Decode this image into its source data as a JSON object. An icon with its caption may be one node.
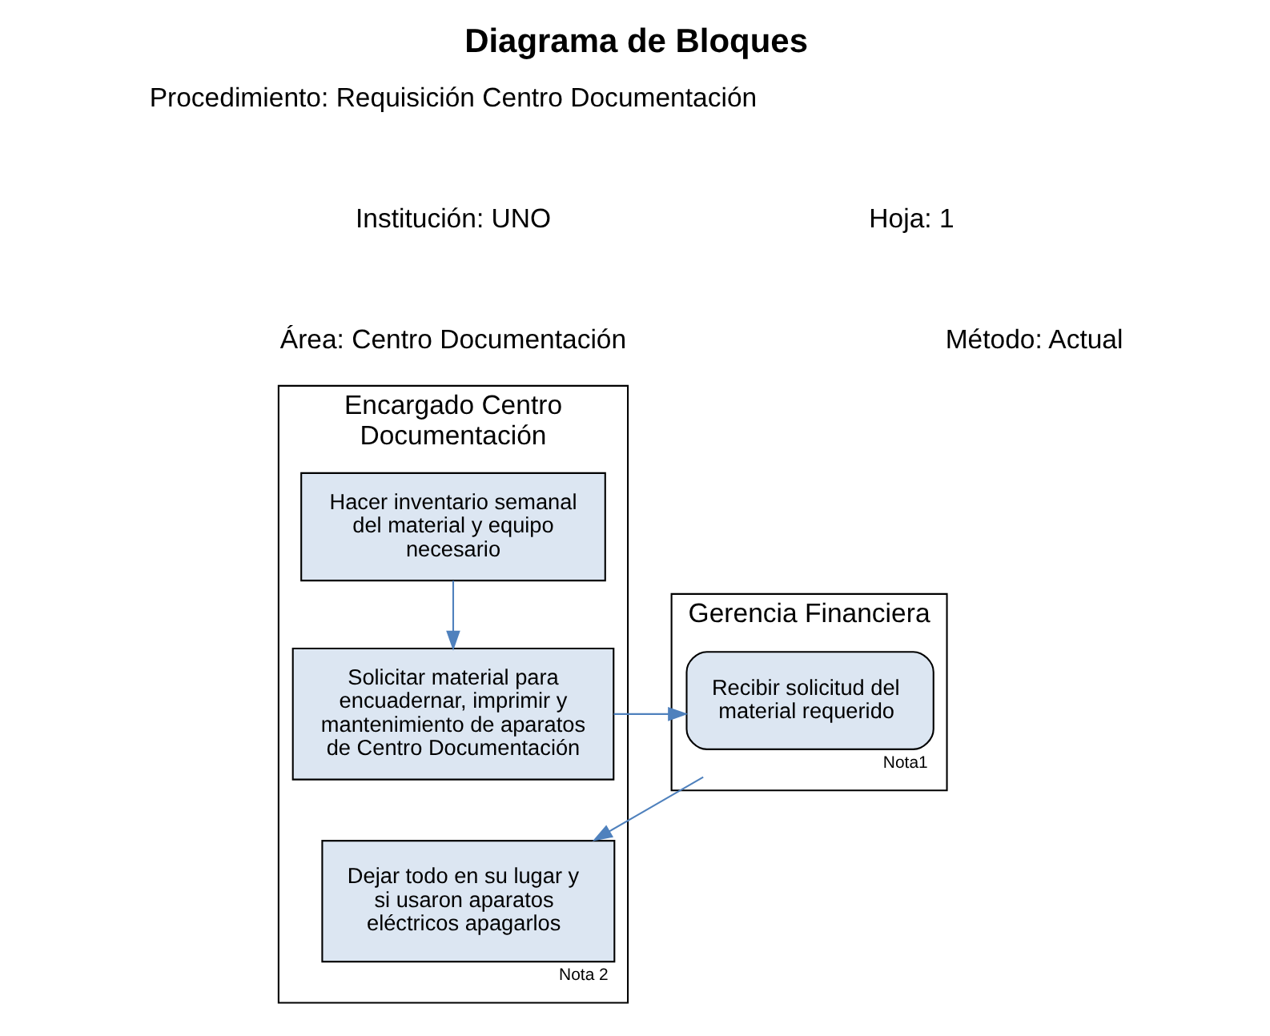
{
  "diagram": {
    "title": "Diagrama de Bloques",
    "nodes": [
      {
        "text": [
          "Encargado Centro Documentación"
        ]
      },
      {
        "text": [
          "Gerencia Financiera"
        ]
      },
      {
        "text": [
          "Hacer inventario semanal del material y equipo necesario"
        ],
        "in": 0
      },
      {
        "text": [
          "Solicitar material para encuadernar, imprimir y mantenimiento de aparatos de Centro Documentación"
        ],
        "in": 0
      },
      {
        "text": [
          "Recibir solicitud del material requerido"
        ],
        "in": 1,
        "beside": [
          "Nota1"
        ]
      },
      {
        "text": [
          "Dejar todo en su lugar y si usaron aparatos eléctricos apagarlos"
        ],
        "in": 0,
        "beside": [
          "Nota 2"
        ]
      }
    ],
    "edges": [
      {
        "from": 2,
        "to": 3,
        "arrow": "to"
      },
      {
        "from": 3,
        "to": 4,
        "arrow": "to"
      },
      {
        "from": 4,
        "to": 5,
        "arrow": "to"
      }
    ],
    "labels": [
      "Procedimiento: Requisición Centro Documentación",
      "Institución: UNO",
      "Hoja: 1",
      "Área: Centro Documentación",
      "Método: Actual"
    ]
  }
}
